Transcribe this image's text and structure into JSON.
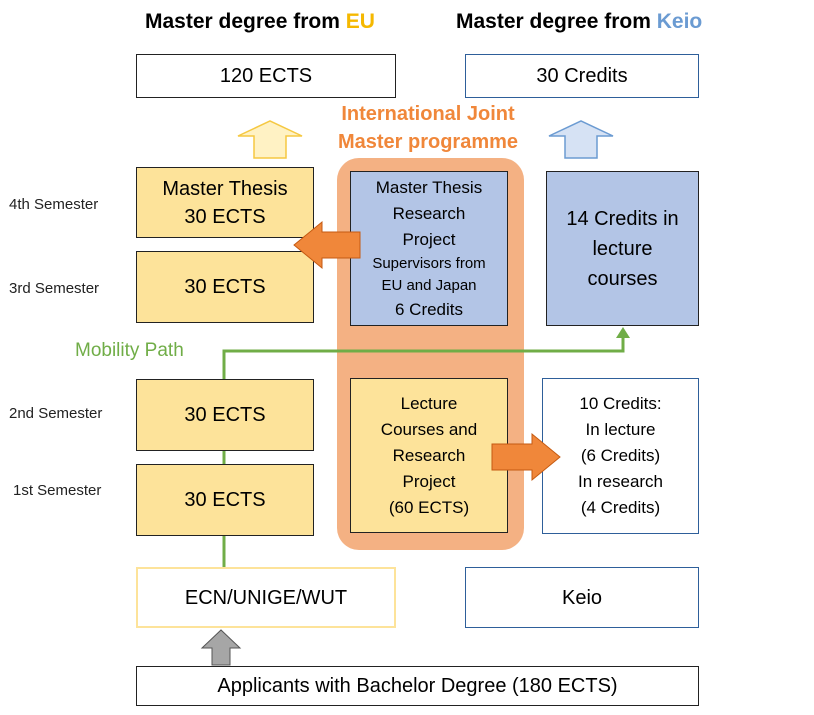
{
  "headers": {
    "eu_prefix": "Master degree from ",
    "eu_highlight": "EU",
    "keio_prefix": "Master degree from ",
    "keio_highlight": "Keio"
  },
  "degree_boxes": {
    "eu": "120 ECTS",
    "keio": "30 Credits"
  },
  "joint_programme": {
    "line1": "International Joint",
    "line2": "Master programme"
  },
  "semesters": {
    "s4": "4th Semester",
    "s3": "3rd Semester",
    "s2": "2nd Semester",
    "s1": "1st Semester"
  },
  "eu_column": {
    "s4_line1": "Master Thesis",
    "s4_line2": "30 ECTS",
    "s3": "30 ECTS",
    "s2": "30 ECTS",
    "s1": "30 ECTS"
  },
  "joint_upper": {
    "l1": "Master Thesis",
    "l2": "Research",
    "l3": "Project",
    "l4": "Supervisors from",
    "l5": "EU and Japan",
    "l6": "6 Credits"
  },
  "joint_lower": {
    "l1": "Lecture",
    "l2": "Courses and",
    "l3": "Research",
    "l4": "Project",
    "l5": "(60 ECTS)"
  },
  "keio_upper": {
    "l1": "14 Credits in",
    "l2": "lecture",
    "l3": "courses"
  },
  "keio_lower": {
    "l1": "10 Credits:",
    "l2": "In lecture",
    "l3": "(6 Credits)",
    "l4": "In research",
    "l5": "(4 Credits)"
  },
  "mobility_path": "Mobility Path",
  "institutions": {
    "eu": "ECN/UNIGE/WUT",
    "keio": "Keio"
  },
  "applicants": "Applicants with Bachelor Degree (180 ECTS)",
  "colors": {
    "eu_accent": "#f5b800",
    "keio_accent": "#6b9bd2",
    "joint_orange": "#f0873a",
    "joint_bg": "#f4b183",
    "yellow_box": "#fde39a",
    "blue_box": "#b3c5e6",
    "mobility_green": "#70ad47"
  }
}
